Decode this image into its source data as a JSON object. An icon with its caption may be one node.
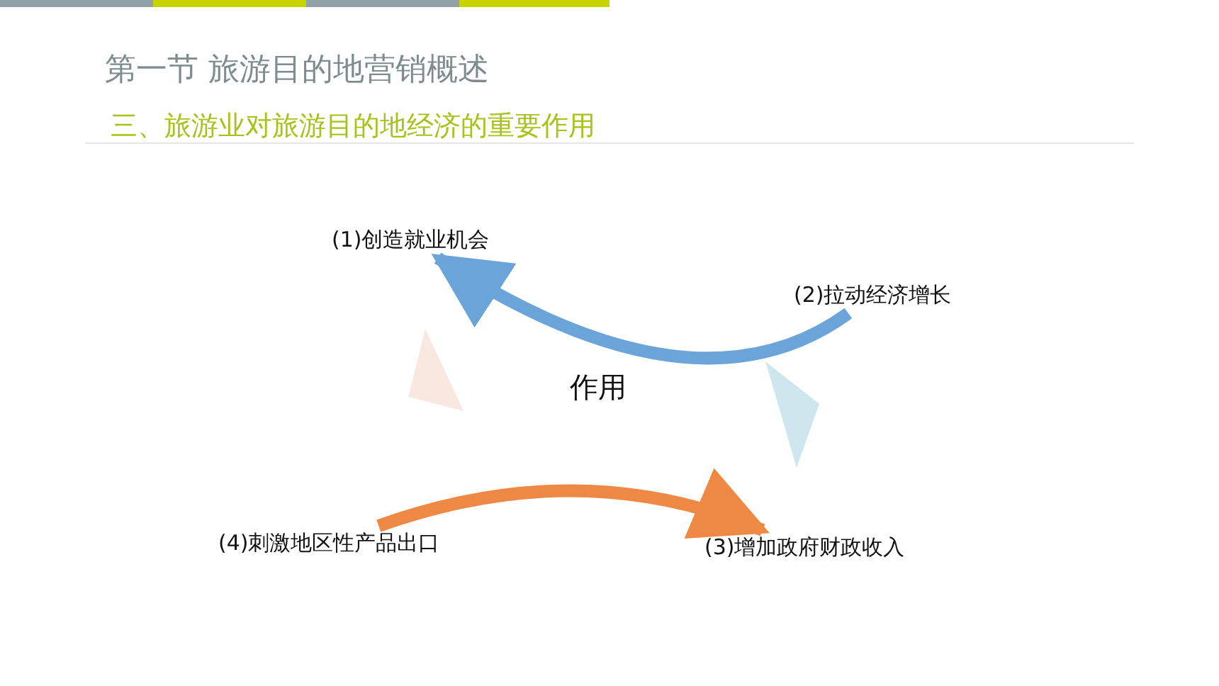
{
  "diagram": {
    "title": "第一节 旅游目的地营销概述",
    "nodes": [
      {
        "text": [
          "作用"
        ]
      },
      {
        "text": [
          "(1)创造就业机会"
        ]
      },
      {
        "text": [
          "(2)拉动经济增长"
        ]
      },
      {
        "text": [
          "(3)增加政府财政收入"
        ]
      },
      {
        "text": [
          "(4)刺激地区性产品出口"
        ]
      }
    ],
    "edges": [
      {
        "from": 2,
        "to": 1,
        "arrow": "to",
        "color": "#5b9bd5"
      },
      {
        "from": 4,
        "to": 3,
        "arrow": "to",
        "color": "#ed7d31"
      }
    ],
    "labels": [
      "三、旅游业对旅游目的地经济的重要作用"
    ]
  }
}
